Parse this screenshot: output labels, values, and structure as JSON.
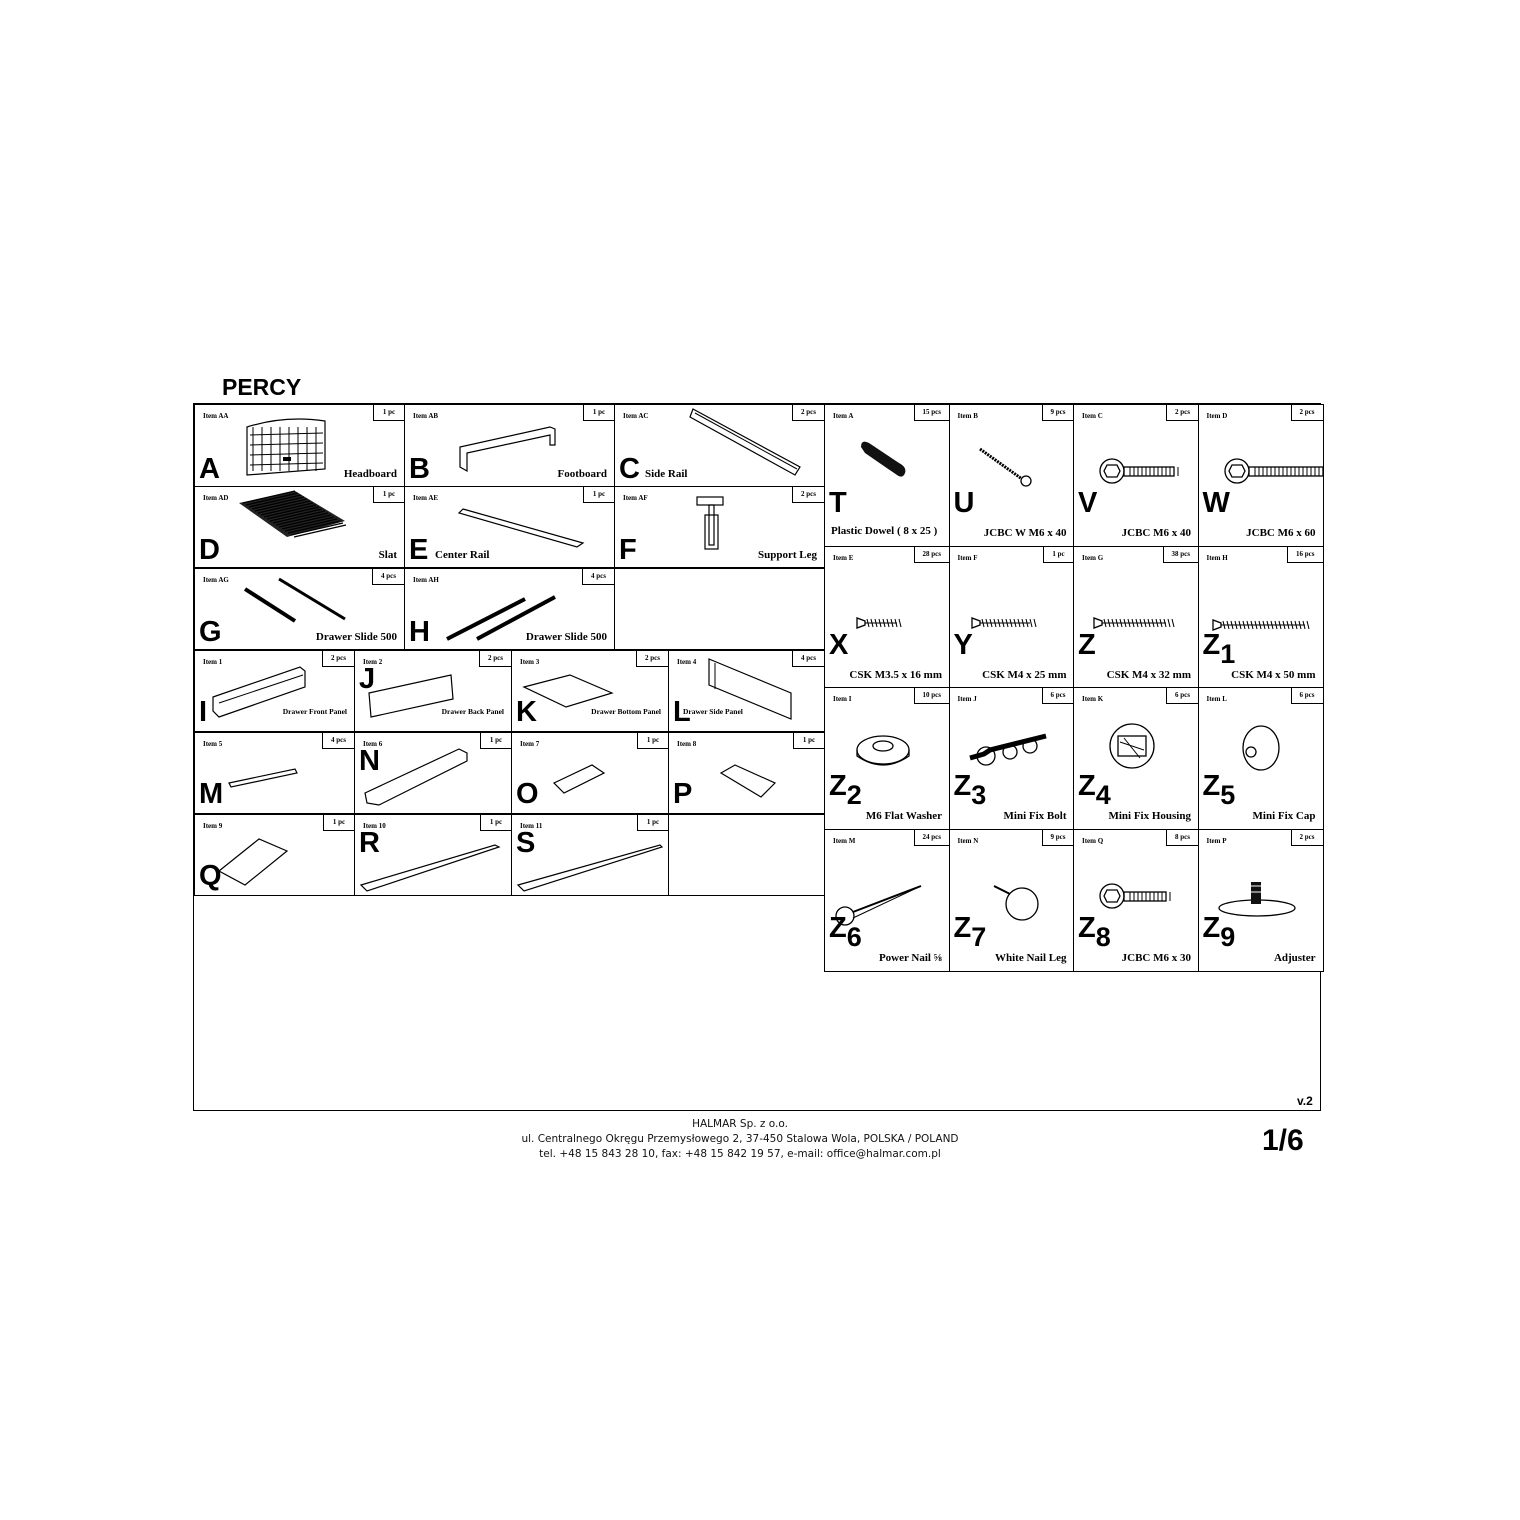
{
  "product_title": "PERCY",
  "version": "v.2",
  "page_number": "1/6",
  "footer": {
    "company": "HALMAR Sp. z o.o.",
    "address": "ul. Centralnego Okręgu Przemysłowego 2, 37-450 Stalowa Wola, POLSKA / POLAND",
    "contact": "tel. +48 15 843 28 10, fax: +48 15 842 19 57, e-mail: office@halmar.com.pl"
  },
  "parts": [
    {
      "id": "A",
      "item": "Item AA",
      "qty": "1 pc",
      "name": "Headboard"
    },
    {
      "id": "B",
      "item": "Item AB",
      "qty": "1 pc",
      "name": "Footboard"
    },
    {
      "id": "C",
      "item": "Item AC",
      "qty": "2 pcs",
      "name": "Side Rail"
    },
    {
      "id": "D",
      "item": "Item AD",
      "qty": "1 pc",
      "name": "Slat"
    },
    {
      "id": "E",
      "item": "Item AE",
      "qty": "1 pc",
      "name": "Center Rail"
    },
    {
      "id": "F",
      "item": "Item AF",
      "qty": "2 pcs",
      "name": "Support Leg"
    },
    {
      "id": "G",
      "item": "Item AG",
      "qty": "4 pcs",
      "name": "Drawer Slide 500"
    },
    {
      "id": "H",
      "item": "Item AH",
      "qty": "4 pcs",
      "name": "Drawer Slide 500"
    },
    {
      "id": "I",
      "item": "Item 1",
      "qty": "2 pcs",
      "name": "Drawer Front Panel"
    },
    {
      "id": "J",
      "item": "Item 2",
      "qty": "2 pcs",
      "name": "Drawer Back Panel"
    },
    {
      "id": "K",
      "item": "Item 3",
      "qty": "2 pcs",
      "name": "Drawer Bottom Panel"
    },
    {
      "id": "L",
      "item": "Item 4",
      "qty": "4 pcs",
      "name": "Drawer Side Panel"
    },
    {
      "id": "M",
      "item": "Item 5",
      "qty": "4 pcs",
      "name": ""
    },
    {
      "id": "N",
      "item": "Item 6",
      "qty": "1 pc",
      "name": ""
    },
    {
      "id": "O",
      "item": "Item 7",
      "qty": "1 pc",
      "name": ""
    },
    {
      "id": "P",
      "item": "Item 8",
      "qty": "1 pc",
      "name": ""
    },
    {
      "id": "Q",
      "item": "Item 9",
      "qty": "1 pc",
      "name": ""
    },
    {
      "id": "R",
      "item": "Item 10",
      "qty": "1 pc",
      "name": ""
    },
    {
      "id": "S",
      "item": "Item 11",
      "qty": "1 pc",
      "name": ""
    }
  ],
  "hardware": [
    {
      "id": "T",
      "sub": "",
      "item": "Item A",
      "qty": "15 pcs",
      "name": "Plastic Dowel ( 8 x 25 )"
    },
    {
      "id": "U",
      "sub": "",
      "item": "Item B",
      "qty": "9 pcs",
      "name": "JCBC W M6 x 40"
    },
    {
      "id": "V",
      "sub": "",
      "item": "Item C",
      "qty": "2 pcs",
      "name": "JCBC M6 x 40"
    },
    {
      "id": "W",
      "sub": "",
      "item": "Item D",
      "qty": "2 pcs",
      "name": "JCBC M6 x 60"
    },
    {
      "id": "X",
      "sub": "",
      "item": "Item E",
      "qty": "28 pcs",
      "name": "CSK M3.5 x 16 mm"
    },
    {
      "id": "Y",
      "sub": "",
      "item": "Item F",
      "qty": "1 pc",
      "name": "CSK M4 x 25 mm"
    },
    {
      "id": "Z",
      "sub": "",
      "item": "Item G",
      "qty": "38 pcs",
      "name": "CSK M4 x 32 mm"
    },
    {
      "id": "Z",
      "sub": "1",
      "item": "Item H",
      "qty": "16 pcs",
      "name": "CSK M4 x 50 mm"
    },
    {
      "id": "Z",
      "sub": "2",
      "item": "Item I",
      "qty": "10 pcs",
      "name": "M6 Flat Washer"
    },
    {
      "id": "Z",
      "sub": "3",
      "item": "Item J",
      "qty": "6 pcs",
      "name": "Mini Fix Bolt"
    },
    {
      "id": "Z",
      "sub": "4",
      "item": "Item K",
      "qty": "6 pcs",
      "name": "Mini Fix Housing"
    },
    {
      "id": "Z",
      "sub": "5",
      "item": "Item L",
      "qty": "6 pcs",
      "name": "Mini Fix Cap"
    },
    {
      "id": "Z",
      "sub": "6",
      "item": "Item M",
      "qty": "24 pcs",
      "name": "Power Nail ⅝"
    },
    {
      "id": "Z",
      "sub": "7",
      "item": "Item N",
      "qty": "9 pcs",
      "name": "White Nail Leg"
    },
    {
      "id": "Z",
      "sub": "8",
      "item": "Item Q",
      "qty": "8 pcs",
      "name": "JCBC M6 x 30"
    },
    {
      "id": "Z",
      "sub": "9",
      "item": "Item P",
      "qty": "2 pcs",
      "name": "Adjuster"
    }
  ]
}
